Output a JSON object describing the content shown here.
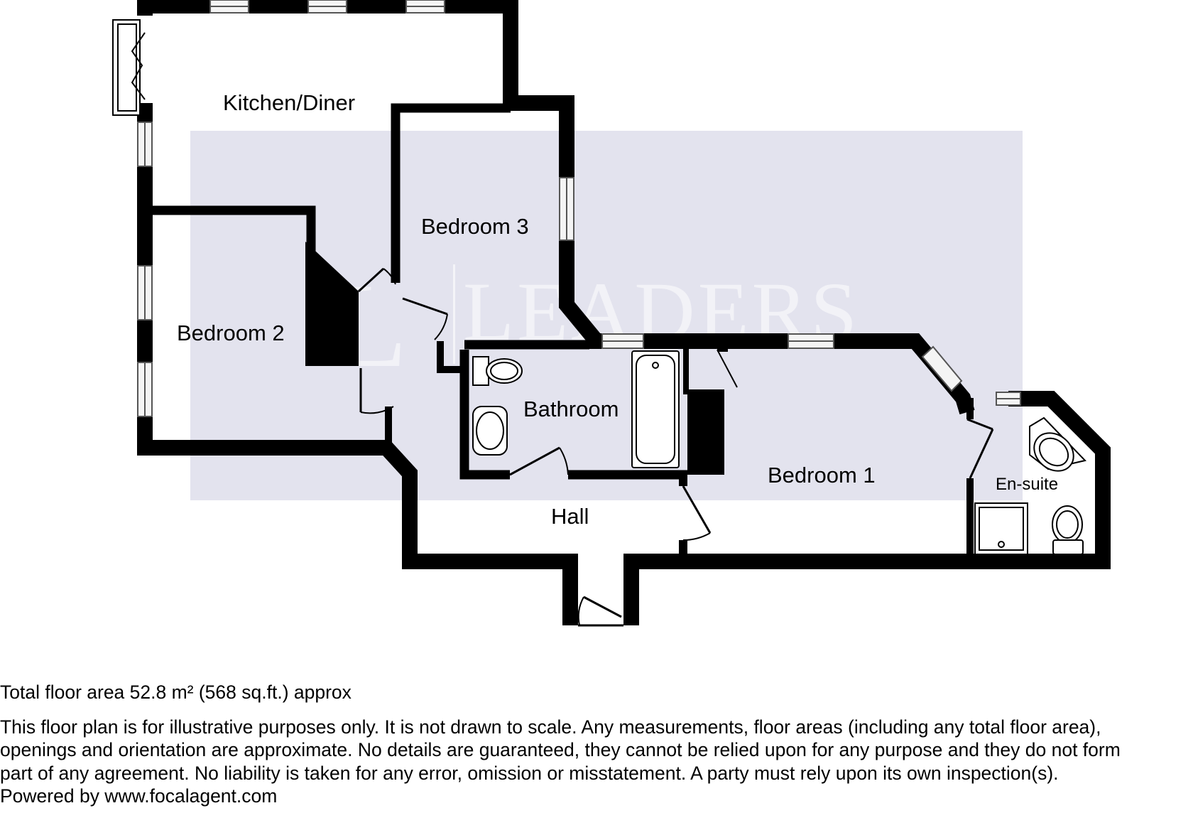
{
  "rooms": {
    "kitchen": "Kitchen/Diner",
    "bedroom3": "Bedroom 3",
    "bedroom2": "Bedroom 2",
    "bathroom": "Bathroom",
    "bedroom1": "Bedroom 1",
    "ensuite": "En-suite",
    "hall": "Hall"
  },
  "watermark": {
    "text": "LEADERS",
    "monogram": "L"
  },
  "footer": {
    "total_area": "Total floor area 52.8 m² (568 sq.ft.) approx",
    "disclaimer_lines": [
      "This floor plan is for illustrative purposes only. It is not drawn to scale. Any measurements, floor areas (including any total floor area),",
      "openings and orientation are approximate. No details are guaranteed, they cannot be relied upon for any purpose and they do not form",
      "part of any agreement. No liability is taken for any error, omission or misstatement. A party must rely upon its own inspection(s)."
    ],
    "powered_by": "Powered by www.focalagent.com"
  },
  "colors": {
    "wall": "#000000",
    "watermark_box": "#e3e3ee",
    "window_fill": "#f4f4f4"
  }
}
